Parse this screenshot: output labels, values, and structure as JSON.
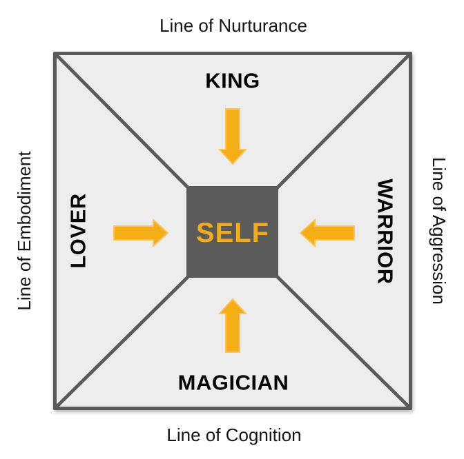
{
  "diagram": {
    "axes": {
      "top": "Line of Nurturance",
      "right": "Line of Aggression",
      "bottom": "Line of Cognition",
      "left": "Line of Embodiment"
    },
    "archetypes": {
      "top": "KING",
      "right": "WARRIOR",
      "bottom": "MAGICIAN",
      "left": "LOVER"
    },
    "center_label": "SELF",
    "icons": {
      "top": "arrow-down-icon",
      "right": "arrow-left-icon",
      "bottom": "arrow-up-icon",
      "left": "arrow-right-icon"
    },
    "colors": {
      "accent_orange": "#F4AE16",
      "accent_orange_light": "#FFC35C",
      "self_text_orange": "#F2AC18",
      "dark_gray": "#5A5A5A",
      "panel_gray": "#EDEDED",
      "text_black": "#060606"
    }
  }
}
